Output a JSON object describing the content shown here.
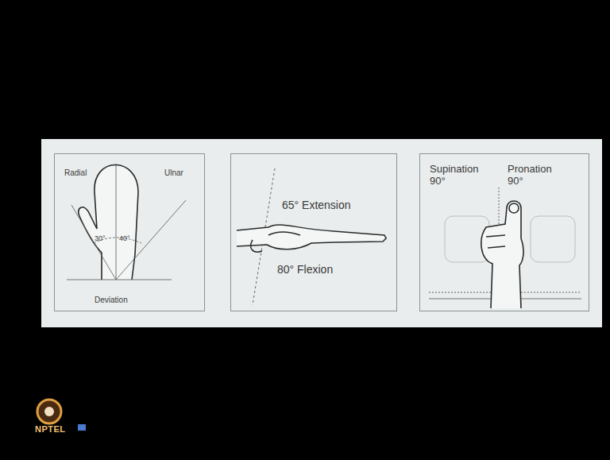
{
  "diagram": {
    "nodes": [
      {
        "text": [
          "Radial",
          "Ulnar",
          "30°",
          "40°",
          "Deviation"
        ]
      },
      {
        "text": [
          "65° Extension",
          "80° Flexion"
        ]
      },
      {
        "text": [
          "Supination 90°",
          "Pronation 90°"
        ]
      }
    ],
    "labels": [
      "NPTEL"
    ]
  }
}
